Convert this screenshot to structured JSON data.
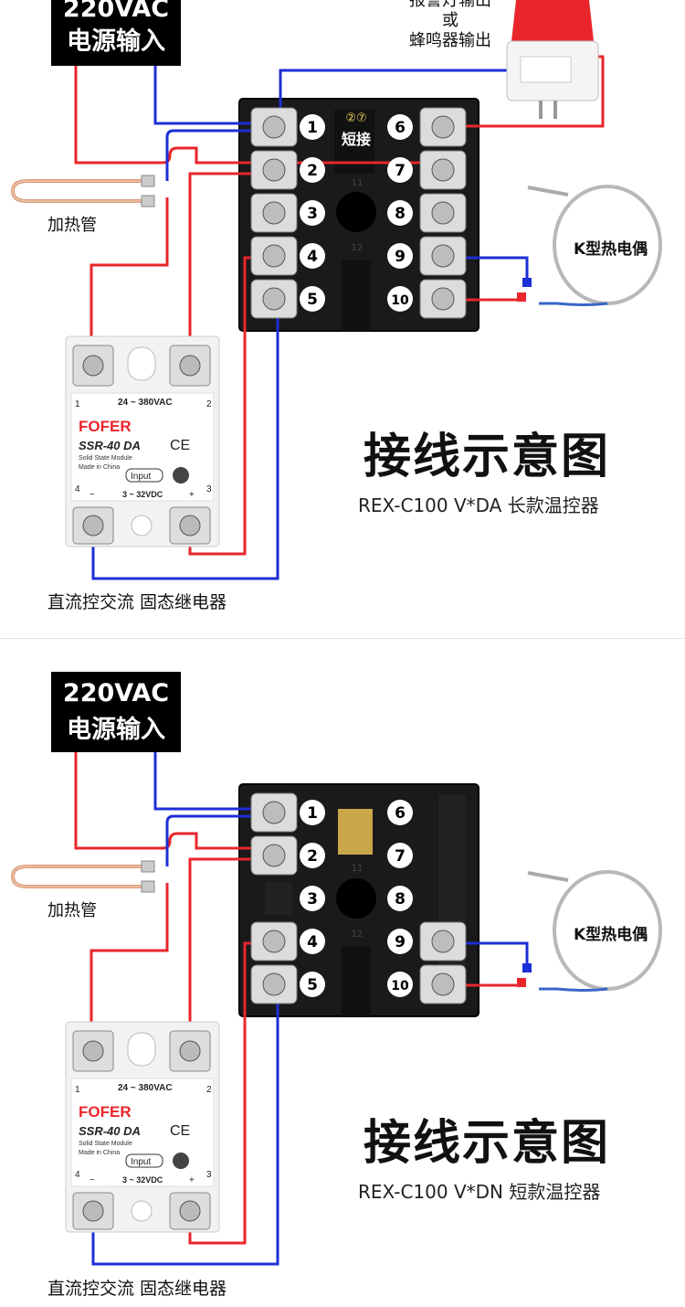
{
  "colors": {
    "red_wire": "#e8262c",
    "blue_wire": "#1d2fd6",
    "terminal_black": "#1a1a1a",
    "ssr_body": "#f2f2f2",
    "alarm_red": "#e8262c"
  },
  "panels": [
    {
      "power_label_line1": "220VAC",
      "power_label_line2": "电源输入",
      "alarm_label_line1": "报警灯输出",
      "alarm_label_line2": "或",
      "alarm_label_line3": "蜂鸣器输出",
      "heater_label": "加热管",
      "thermocouple_label": "K型热电偶",
      "short_label_nums": "②⑦",
      "short_label": "短接",
      "terminal_numbers": [
        "1",
        "2",
        "3",
        "4",
        "5",
        "6",
        "7",
        "8",
        "9",
        "10"
      ],
      "ssr": {
        "range_ac": "24 ~ 380VAC",
        "brand": "FOFER",
        "model": "SSR-40 DA",
        "desc": "Solid State Module",
        "made": "Made in China",
        "input": "Input",
        "range_dc": "3 ~ 32VDC",
        "pin1": "1",
        "pin2": "2",
        "pin3": "3",
        "pin4": "4",
        "minus": "−",
        "plus": "+",
        "ce": "CE"
      },
      "ssr_label": "直流控交流 固态继电器",
      "title": "接线示意图",
      "subtitle": "REX-C100 V*DA 长款温控器"
    },
    {
      "power_label_line1": "220VAC",
      "power_label_line2": "电源输入",
      "heater_label": "加热管",
      "thermocouple_label": "K型热电偶",
      "terminal_numbers": [
        "1",
        "2",
        "3",
        "4",
        "5",
        "6",
        "7",
        "8",
        "9",
        "10"
      ],
      "ssr": {
        "range_ac": "24 ~ 380VAC",
        "brand": "FOFER",
        "model": "SSR-40 DA",
        "desc": "Solid State Module",
        "made": "Made in China",
        "input": "Input",
        "range_dc": "3 ~ 32VDC",
        "pin1": "1",
        "pin2": "2",
        "pin3": "3",
        "pin4": "4",
        "minus": "−",
        "plus": "+",
        "ce": "CE"
      },
      "ssr_label": "直流控交流 固态继电器",
      "title": "接线示意图",
      "subtitle": "REX-C100 V*DN 短款温控器"
    }
  ]
}
